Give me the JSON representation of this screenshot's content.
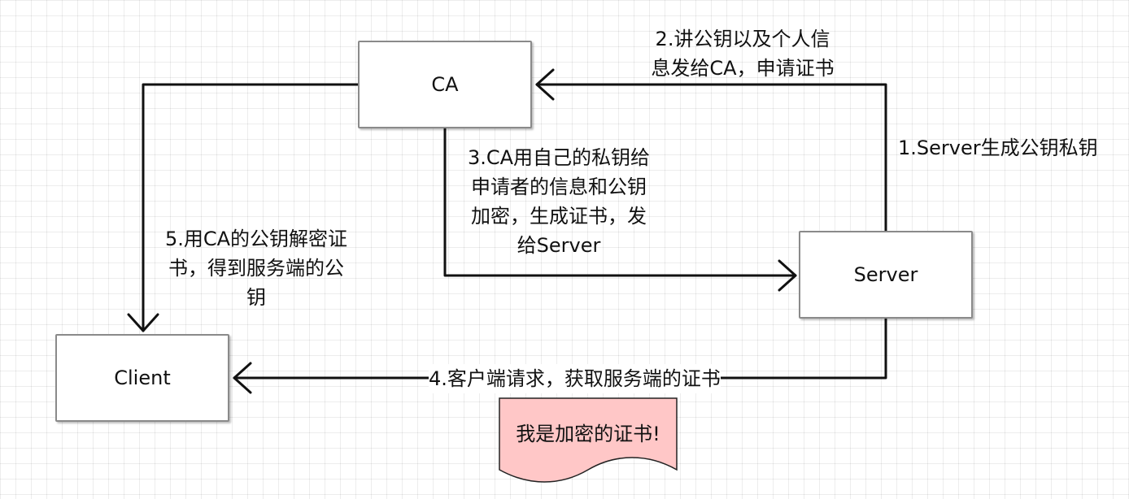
{
  "nodes": {
    "ca": "CA",
    "server": "Server",
    "client": "Client"
  },
  "labels": {
    "step1": "1.Server生成公钥私钥",
    "step2_line1": "2.讲公钥以及个人信",
    "step2_line2": "息发给CA，申请证书",
    "step3_line1": "3.CA用自己的私钥给",
    "step3_line2": "申请者的信息和公钥",
    "step3_line3": "加密，生成证书，发",
    "step3_line4": "给Server",
    "step4": "4.客户端请求，获取服务端的证书",
    "step5_line1": "5.用CA的公钥解密证",
    "step5_line2": "书，得到服务端的公",
    "step5_line3": "钥"
  },
  "document": {
    "text": "我是加密的证书!",
    "fill": "#ffc7c7"
  },
  "colors": {
    "line": "#111111",
    "box_border": "#8a8a8a"
  }
}
